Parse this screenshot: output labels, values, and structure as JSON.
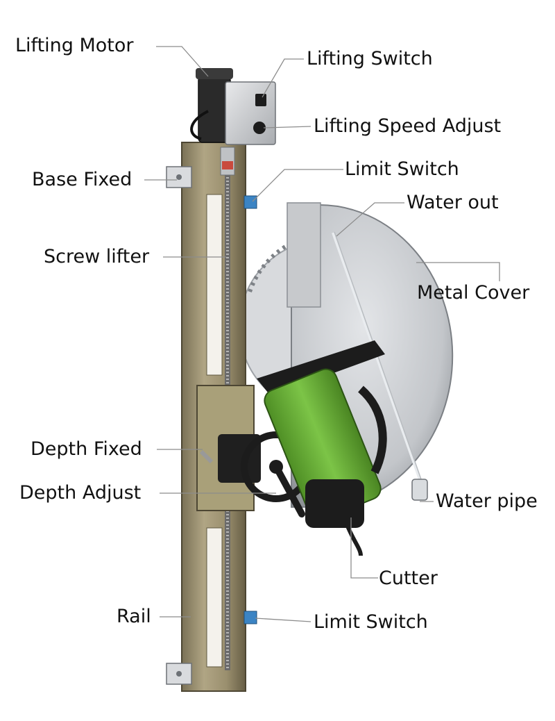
{
  "labels": {
    "lifting_motor": "Lifting Motor",
    "lifting_switch": "Lifting Switch",
    "lifting_speed_adjust": "Lifting Speed Adjust",
    "base_fixed": "Base Fixed",
    "limit_switch_top": "Limit Switch",
    "water_out": "Water out",
    "screw_lifter": "Screw lifter",
    "metal_cover": "Metal Cover",
    "depth_fixed": "Depth Fixed",
    "depth_adjust": "Depth Adjust",
    "water_pipe": "Water pipe",
    "cutter": "Cutter",
    "rail": "Rail",
    "limit_switch_bottom": "Limit Switch"
  },
  "colors": {
    "rail": "#9a8f6e",
    "rail_dark": "#6f664c",
    "steel": "#c9ccd0",
    "steel_dark": "#8a8e93",
    "motor_green": "#6fb63a",
    "black": "#1c1c1c",
    "leader": "#888888"
  }
}
